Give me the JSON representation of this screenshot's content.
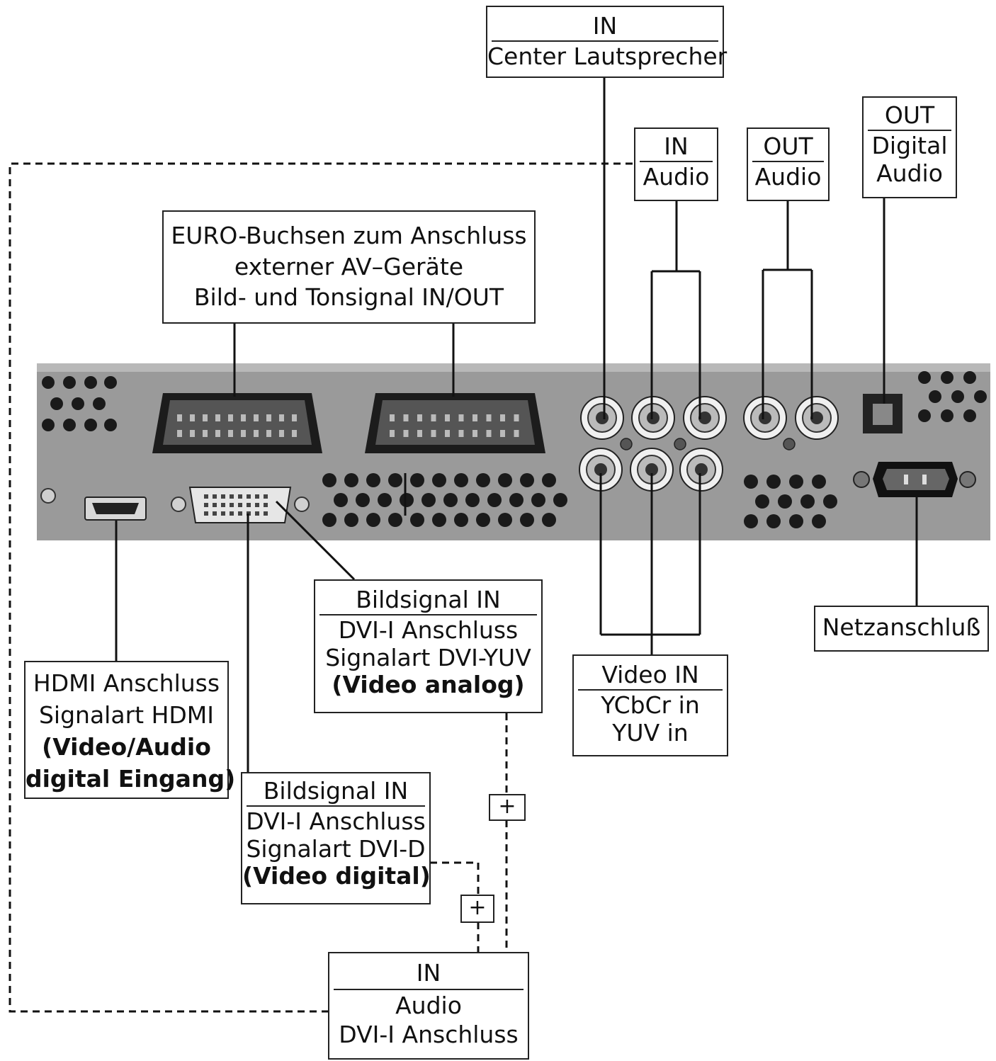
{
  "labels": {
    "center_speaker": {
      "top": "IN",
      "bottom": "Center Lautsprecher"
    },
    "audio_in": {
      "top": "IN",
      "bottom": "Audio"
    },
    "audio_out": {
      "top": "OUT",
      "bottom": "Audio"
    },
    "digital_audio_out": {
      "top": "OUT",
      "bottom_1": "Digital",
      "bottom_2": "Audio"
    },
    "euro": {
      "line_1": "EURO-Buchsen zum Anschluss",
      "line_2": "externer AV–Geräte",
      "line_3": "Bild- und Tonsignal IN/OUT"
    },
    "dvi_yuv": {
      "top": "Bildsignal IN",
      "line_2": "DVI-I Anschluss",
      "line_3": "Signalart DVI-YUV",
      "line_4": "(Video analog)"
    },
    "video_in": {
      "top": "Video IN",
      "line_2": "YCbCr in",
      "line_3": "YUV in"
    },
    "mains": {
      "label": "Netzanschluß"
    },
    "hdmi": {
      "line_1": "HDMI Anschluss",
      "line_2": "Signalart HDMI",
      "line_3": "(Video/Audio",
      "line_4": "digital Eingang)"
    },
    "dvi_d": {
      "top": "Bildsignal IN",
      "line_2": "DVI-I Anschluss",
      "line_3": "Signalart DVI-D",
      "line_4": "(Video digital)"
    },
    "dvi_audio": {
      "top": "IN",
      "line_2": "Audio",
      "line_3": "DVI-I Anschluss"
    },
    "plus_1": "+",
    "plus_2": "+"
  }
}
